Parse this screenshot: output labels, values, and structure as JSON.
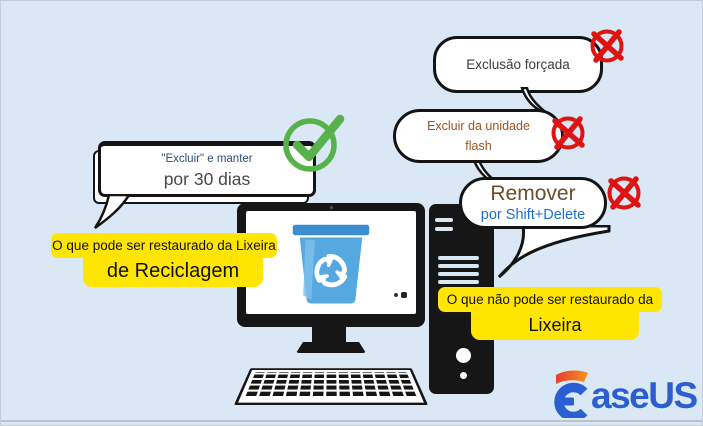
{
  "bubbles": {
    "keep": {
      "line1": "\"Excluir\" e manter",
      "line2": "por 30 dias",
      "status": "recoverable"
    },
    "forced": {
      "text": "Exclusão forçada",
      "status": "not-recoverable"
    },
    "flash": {
      "line1": "Excluir da unidade",
      "line2": "flash",
      "status": "not-recoverable"
    },
    "shift": {
      "line1": "Remover",
      "line2": "por Shift+Delete",
      "status": "not-recoverable"
    }
  },
  "labels": {
    "recoverable": {
      "line1": "O que pode ser restaurado da Lixeira",
      "line2": "de Reciclagem"
    },
    "unrecoverable": {
      "line1": "O que não pode ser restaurado da",
      "line2": "Lixeira"
    }
  },
  "logo": {
    "brand": "EaseUS",
    "text_part": "aseUS"
  },
  "icons": {
    "check": "check-circle-icon",
    "cross": "x-circle-icon",
    "recycle_bin": "recycle-bin-icon"
  },
  "colors": {
    "background": "#d9e8f4",
    "bubble_border": "#141414",
    "cross_red": "#e01313",
    "check_green": "#58b24b",
    "highlight_yellow": "#ffe500",
    "brand_blue": "#2b5ed1",
    "brand_orange_start": "#e73c2e",
    "brand_orange_end": "#f7941d",
    "bin_body_blue": "#56a8e1",
    "bin_lid_blue": "#3a8ecf",
    "flash_text_brown": "#a2511f",
    "shift_text_blue": "#1c6fd4",
    "keep_text_navy": "#2d4d77"
  }
}
